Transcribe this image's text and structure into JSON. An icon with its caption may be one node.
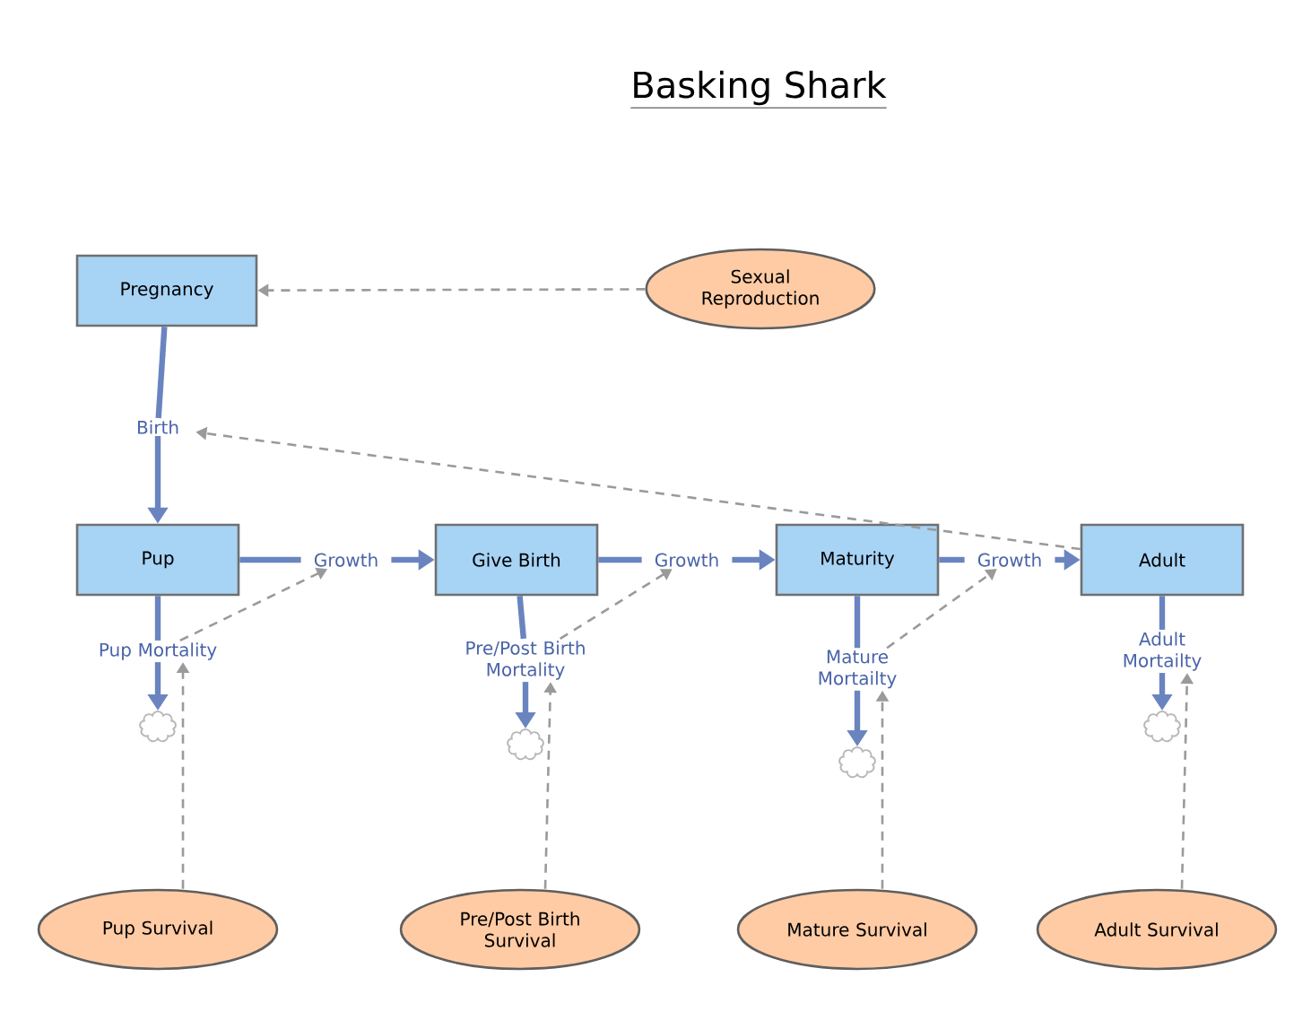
{
  "diagram": {
    "title": "Basking Shark",
    "nodes": [
      {
        "text": [
          "Pregnancy"
        ]
      },
      {
        "text": [
          "Sexual Reproduction"
        ]
      },
      {
        "text": [
          "Birth"
        ]
      },
      {
        "text": [
          "Pup"
        ]
      },
      {
        "text": [
          "Growth"
        ]
      },
      {
        "text": [
          "Give Birth"
        ]
      },
      {
        "text": [
          "Growth"
        ]
      },
      {
        "text": [
          "Maturity"
        ]
      },
      {
        "text": [
          "Growth"
        ]
      },
      {
        "text": [
          "Adult"
        ]
      },
      {
        "text": [
          "Pup Mortality"
        ]
      },
      {
        "text": [
          "Pre/Post Birth Mortality"
        ]
      },
      {
        "text": [
          "Mature Mortailty"
        ]
      },
      {
        "text": [
          "Adult Mortailty"
        ]
      },
      {
        "text": [],
        "shape": "cloud"
      },
      {
        "text": [],
        "shape": "cloud"
      },
      {
        "text": [],
        "shape": "cloud"
      },
      {
        "text": [],
        "shape": "cloud"
      },
      {
        "text": [
          "Pup Survival"
        ]
      },
      {
        "text": [
          "Pre/Post Birth Survival"
        ]
      },
      {
        "text": [
          "Mature Survival"
        ]
      },
      {
        "text": [
          "Adult Survival"
        ]
      }
    ],
    "edges": [
      {
        "from": 0,
        "to": 2,
        "arrow": "none"
      },
      {
        "from": 2,
        "to": 3,
        "arrow": "to"
      },
      {
        "from": 3,
        "to": 4,
        "arrow": "none"
      },
      {
        "from": 4,
        "to": 5,
        "arrow": "to"
      },
      {
        "from": 5,
        "to": 6,
        "arrow": "none"
      },
      {
        "from": 6,
        "to": 7,
        "arrow": "to"
      },
      {
        "from": 7,
        "to": 8,
        "arrow": "none"
      },
      {
        "from": 8,
        "to": 9,
        "arrow": "to"
      },
      {
        "from": 3,
        "to": 10,
        "arrow": "none"
      },
      {
        "from": 10,
        "to": 14,
        "arrow": "to"
      },
      {
        "from": 5,
        "to": 11,
        "arrow": "none"
      },
      {
        "from": 11,
        "to": 15,
        "arrow": "to"
      },
      {
        "from": 7,
        "to": 12,
        "arrow": "none"
      },
      {
        "from": 12,
        "to": 16,
        "arrow": "to"
      },
      {
        "from": 9,
        "to": 13,
        "arrow": "none"
      },
      {
        "from": 13,
        "to": 17,
        "arrow": "to"
      },
      {
        "from": 1,
        "to": 0,
        "arrow": "to",
        "style": "dashed",
        "color": "#9a9a9a"
      },
      {
        "from": 9,
        "to": 2,
        "arrow": "to",
        "style": "dashed",
        "color": "#9a9a9a"
      },
      {
        "from": 10,
        "to": 4,
        "arrow": "to",
        "style": "dashed",
        "color": "#9a9a9a"
      },
      {
        "from": 11,
        "to": 6,
        "arrow": "to",
        "style": "dashed",
        "color": "#9a9a9a"
      },
      {
        "from": 12,
        "to": 8,
        "arrow": "to",
        "style": "dashed",
        "color": "#9a9a9a"
      },
      {
        "from": 18,
        "to": 10,
        "arrow": "to",
        "style": "dashed",
        "color": "#9a9a9a"
      },
      {
        "from": 19,
        "to": 11,
        "arrow": "to",
        "style": "dashed",
        "color": "#9a9a9a"
      },
      {
        "from": 20,
        "to": 12,
        "arrow": "to",
        "style": "dashed",
        "color": "#9a9a9a"
      },
      {
        "from": 21,
        "to": 13,
        "arrow": "to",
        "style": "dashed",
        "color": "#9a9a9a"
      }
    ]
  }
}
